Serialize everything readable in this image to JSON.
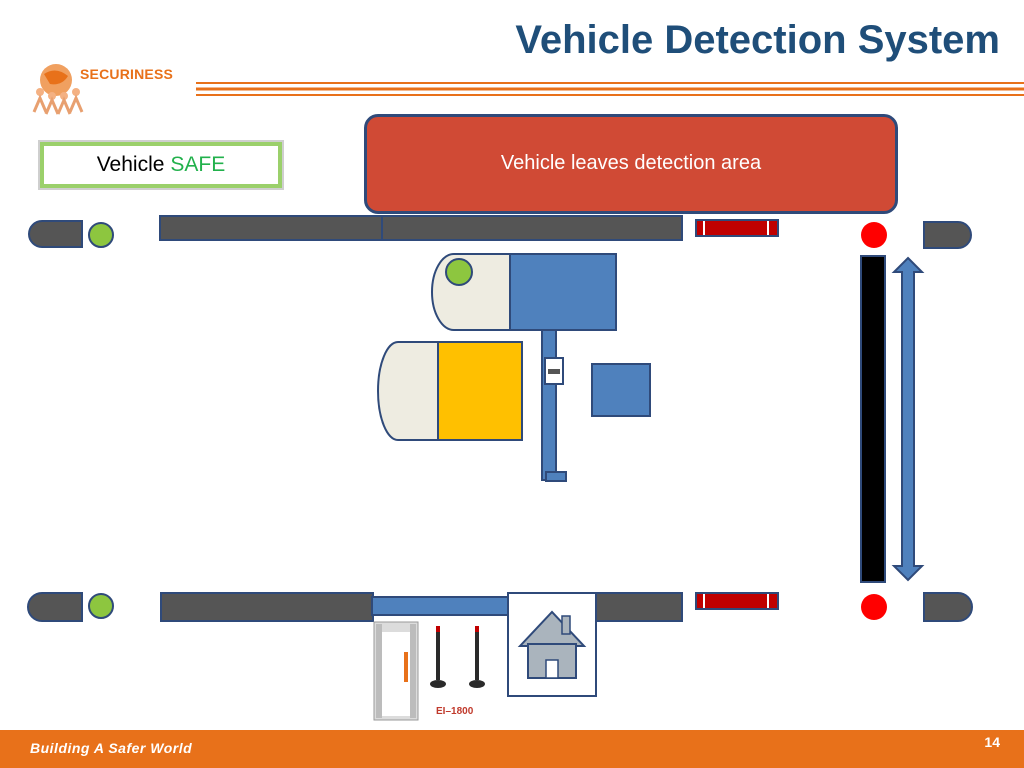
{
  "slide": {
    "title": "Vehicle Detection System",
    "logo_text": "SECURINESS",
    "status_prefix": "Vehicle",
    "status_value": "SAFE",
    "callout_text": "Vehicle leaves detection area",
    "device_label": "EI–1800",
    "footer_text": "Building A Safer World",
    "page_number": "14"
  },
  "colors": {
    "title": "#1f4e79",
    "accent_orange": "#e8711a",
    "safe_green": "#22b14c",
    "callout_red": "#d04a35",
    "road_barrier": "#555555",
    "vehicle_blue": "#4f81bd",
    "vehicle_yellow": "#ffc000",
    "signal_green": "#8dc63f",
    "signal_red": "#ff0000"
  },
  "icons": [
    "globe-people-logo-icon",
    "house-icon",
    "walkthrough-metal-detector-icon",
    "handheld-detector-icon",
    "double-arrow-icon"
  ]
}
